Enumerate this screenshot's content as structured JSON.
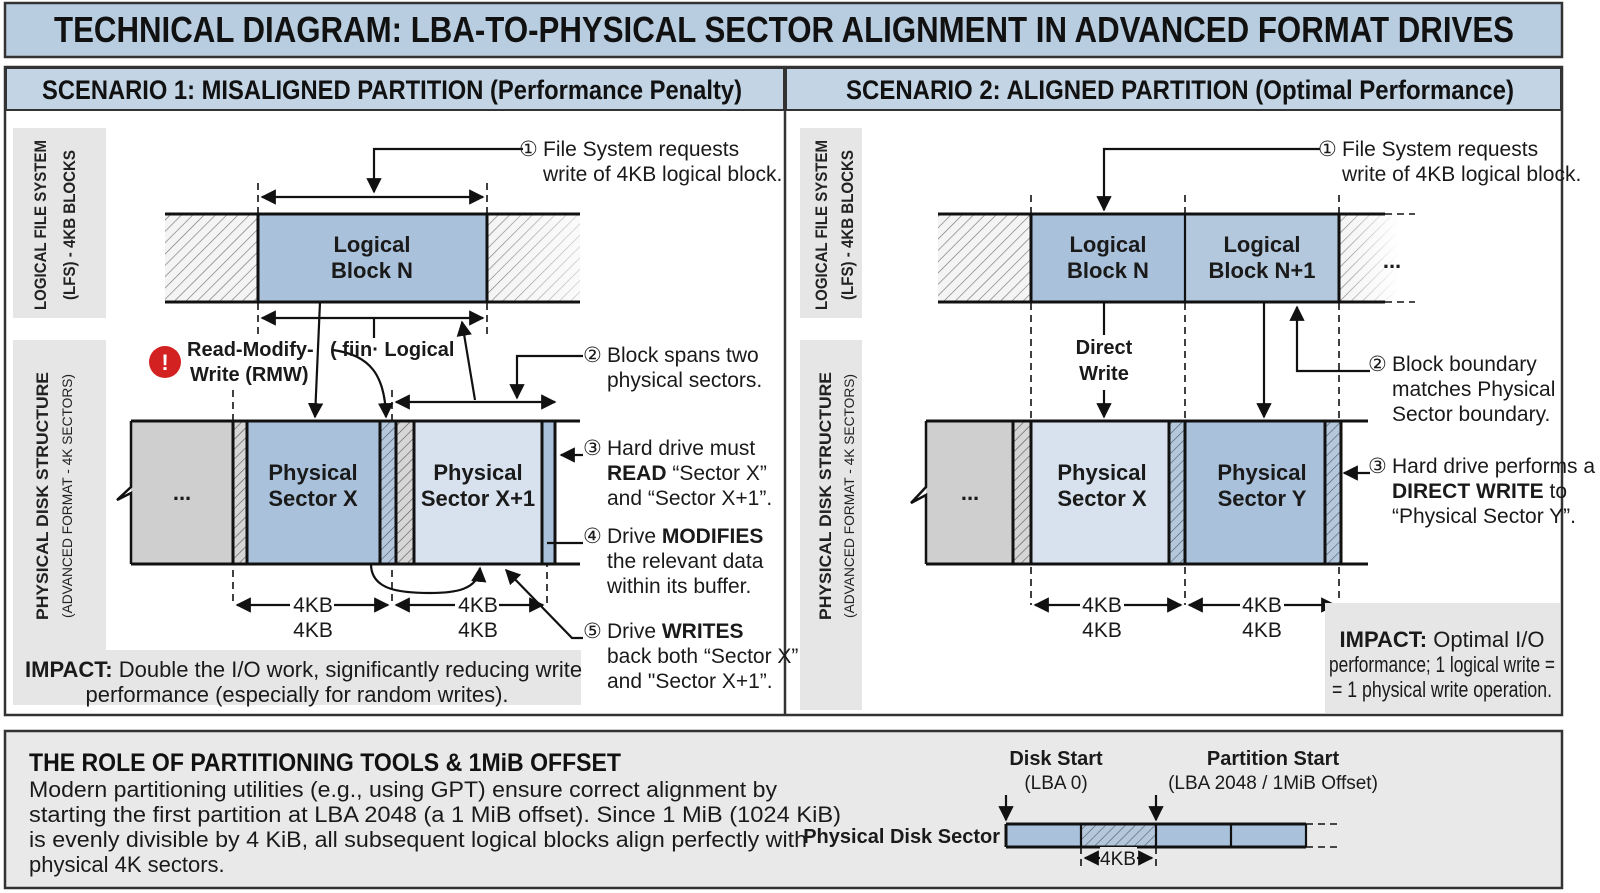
{
  "title": "TECHNICAL DIAGRAM: LBA-TO-PHYSICAL SECTOR ALIGNMENT IN ADVANCED FORMAT DRIVES",
  "colors": {
    "header_blue": "#b9cde0",
    "block_blue": "#a9c1da",
    "block_light_blue": "#d7e2ee",
    "side_panel_gray": "#e6e6e6",
    "gray_block": "#cfcfcf",
    "warning_red": "#d32020"
  },
  "scenario1": {
    "heading": "SCENARIO 1: MISALIGNED PARTITION (Performance Penalty)",
    "side_label_lfs": [
      "LOGICAL FILE SYSTEM",
      "(LFS) - 4KB BLOCKS"
    ],
    "side_label_pds": [
      "PHYSICAL DISK STRUCTURE",
      "(ADVANCED FORMAT - 4K SECTORS)"
    ],
    "logical_block": [
      "Logical",
      "Block N"
    ],
    "sector_x": [
      "Physical",
      "Sector X"
    ],
    "sector_x1": [
      "Physical",
      "Sector X+1"
    ],
    "ellipsis": "...",
    "rmw_warning": [
      "Read-Modify-",
      "Write (RMW)"
    ],
    "rmw_icon": "exclamation-icon",
    "garbled_label": "( fiin· Logical",
    "dim_labels": [
      "4KB",
      "4KB",
      "4KB",
      "4KB"
    ],
    "steps": [
      {
        "num": "①",
        "lines": [
          [
            "",
            "File System requests"
          ],
          [
            "",
            "write of 4KB logical block."
          ]
        ]
      },
      {
        "num": "②",
        "lines": [
          [
            "",
            "Block spans two"
          ],
          [
            "",
            "physical sectors."
          ]
        ]
      },
      {
        "num": "③",
        "lines": [
          [
            "",
            "Hard drive must"
          ],
          [
            "READ",
            " “Sector X”"
          ],
          [
            "",
            "and “Sector X+1”."
          ]
        ]
      },
      {
        "num": "④",
        "lines": [
          [
            "Drive ",
            "MODIFIES"
          ],
          [
            "",
            "the relevant data"
          ],
          [
            "",
            "within its buffer."
          ]
        ]
      },
      {
        "num": "⑤",
        "lines": [
          [
            "Drive ",
            "WRITES"
          ],
          [
            "",
            "back both “Sector X”"
          ],
          [
            "",
            "and \"Sector X+1”."
          ]
        ]
      }
    ],
    "impact_label": "IMPACT:",
    "impact_lines": [
      " Double the I/O work, significantly reducing write",
      "performance (especially for random writes)."
    ]
  },
  "scenario2": {
    "heading": "SCENARIO 2: ALIGNED PARTITION (Optimal Performance)",
    "side_label_lfs": [
      "LOGICAL FILE SYSTEM",
      "(LFS) - 4KB BLOCKS"
    ],
    "side_label_pds": [
      "PHYSICAL DISK STRUCTURE",
      "(ADVANCED FORMAT - 4K SECTORS)"
    ],
    "logical_block_n": [
      "Logical",
      "Block N"
    ],
    "logical_block_n1": [
      "Logical",
      "Block N+1"
    ],
    "sector_x": [
      "Physical",
      "Sector X"
    ],
    "sector_y": [
      "Physical",
      "Sector Y"
    ],
    "ellipsis": "...",
    "direct_write": [
      "Direct",
      "Write"
    ],
    "dim_labels": [
      "4KB",
      "4KB",
      "4KB",
      "4KB"
    ],
    "steps": [
      {
        "num": "①",
        "lines": [
          [
            "",
            "File System requests"
          ],
          [
            "",
            "write of 4KB logical block."
          ]
        ]
      },
      {
        "num": "②",
        "lines": [
          [
            "",
            "Block boundary"
          ],
          [
            "",
            "matches Physical"
          ],
          [
            "",
            "Sector boundary."
          ]
        ]
      },
      {
        "num": "③",
        "lines": [
          [
            "",
            "Hard drive performs a"
          ],
          [
            "DIRECT WRITE",
            " to"
          ],
          [
            "",
            "“Physical Sector Y”."
          ]
        ]
      }
    ],
    "impact_label": "IMPACT:",
    "impact_lines": [
      " Optimal I/O",
      "performance; 1 logical write =",
      "= 1 physical write operation."
    ]
  },
  "bottom": {
    "heading": "THE ROLE OF PARTITIONING TOOLS & 1MiB OFFSET",
    "lines": [
      "Modern partitioning utilities (e.g., using GPT) ensure correct alignment by",
      "starting the first partition at LBA 2048 (a 1 MiB offset). Since 1 MiB (1024 KiB)",
      "is evenly divisible by 4 KiB, all subsequent logical blocks align perfectly with",
      "physical 4K sectors."
    ],
    "disk_start": [
      "Disk Start",
      "(LBA 0)"
    ],
    "partition_start": [
      "Partition Start",
      "(LBA 2048 / 1MiB Offset)"
    ],
    "strip_label": "Physical Disk Sector",
    "strip_dim": "4KB"
  }
}
